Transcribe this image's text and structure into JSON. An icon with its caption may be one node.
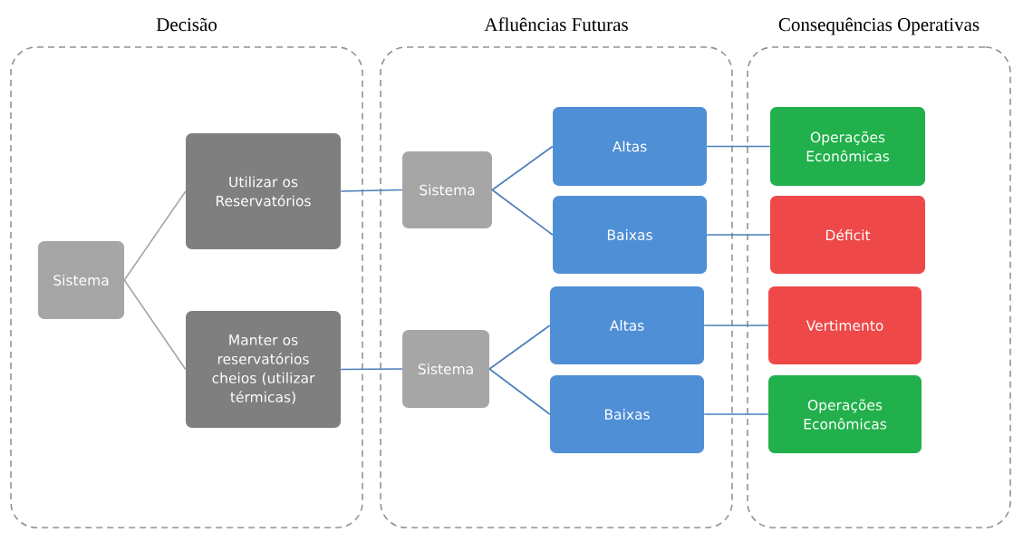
{
  "diagram": {
    "nodes": [
      {
        "text": [
          "Decisão"
        ]
      },
      {
        "text": [
          "Sistema"
        ],
        "in": 0
      },
      {
        "text": [
          "Utilizar os Reservatórios"
        ],
        "in": 0
      },
      {
        "text": [
          "Manter os reservatórios cheios (utilizar térmicas)"
        ],
        "in": 0
      },
      {
        "text": [
          "Afluências Futuras"
        ]
      },
      {
        "text": [
          "Sistema"
        ],
        "in": 4
      },
      {
        "text": [
          "Altas"
        ],
        "in": 4
      },
      {
        "text": [
          "Baixas"
        ],
        "in": 4
      },
      {
        "text": [
          "Sistema"
        ],
        "in": 4
      },
      {
        "text": [
          "Altas"
        ],
        "in": 4
      },
      {
        "text": [
          "Baixas"
        ],
        "in": 4
      },
      {
        "text": [
          "Consequências Operativas"
        ]
      },
      {
        "text": [
          "Operações Econômicas"
        ],
        "in": 11
      },
      {
        "text": [
          "Déficit"
        ],
        "in": 11
      },
      {
        "text": [
          "Vertimento"
        ],
        "in": 11
      },
      {
        "text": [
          "Operações Econômicas"
        ],
        "in": 11
      }
    ],
    "edges": [
      {
        "from": 1,
        "to": 2,
        "arrow": "none",
        "color": "#a6a6a6"
      },
      {
        "from": 1,
        "to": 3,
        "arrow": "none",
        "color": "#a6a6a6"
      },
      {
        "from": 2,
        "to": 5,
        "arrow": "none"
      },
      {
        "from": 3,
        "to": 8,
        "arrow": "none"
      },
      {
        "from": 5,
        "to": 6,
        "arrow": "none"
      },
      {
        "from": 5,
        "to": 7,
        "arrow": "none"
      },
      {
        "from": 8,
        "to": 9,
        "arrow": "none"
      },
      {
        "from": 8,
        "to": 10,
        "arrow": "none"
      },
      {
        "from": 6,
        "to": 12,
        "arrow": "none"
      },
      {
        "from": 7,
        "to": 13,
        "arrow": "none"
      },
      {
        "from": 9,
        "to": 14,
        "arrow": "none"
      },
      {
        "from": 10,
        "to": 15,
        "arrow": "none"
      }
    ]
  }
}
